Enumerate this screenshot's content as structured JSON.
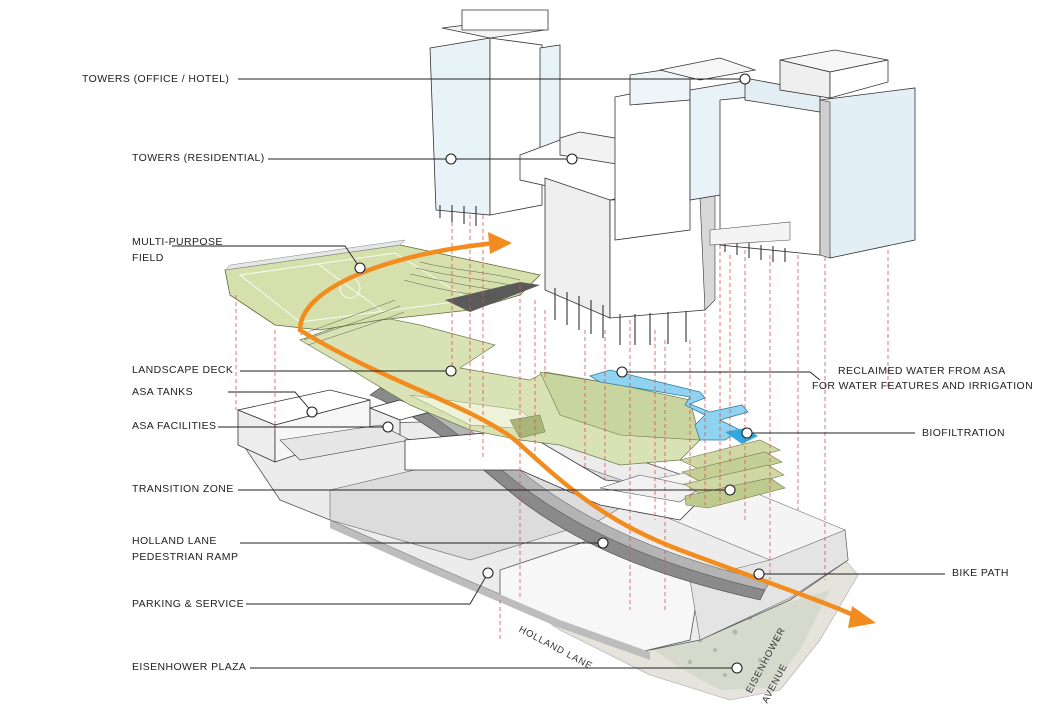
{
  "labels": {
    "towers_office_hotel": "TOWERS (OFFICE / HOTEL)",
    "towers_residential": "TOWERS (RESIDENTIAL)",
    "multi_purpose_field_1": "MULTI-PURPOSE",
    "multi_purpose_field_2": "FIELD",
    "landscape_deck": "LANDSCAPE DECK",
    "asa_tanks": "ASA TANKS",
    "asa_facilities": "ASA FACILITIES",
    "transition_zone": "TRANSITION ZONE",
    "holland_lane_ramp_1": "HOLLAND LANE",
    "holland_lane_ramp_2": "PEDESTRIAN RAMP",
    "parking_service": "PARKING & SERVICE",
    "eisenhower_plaza": "EISENHOWER PLAZA",
    "reclaimed_water_1": "RECLAIMED WATER FROM ASA",
    "reclaimed_water_2": "FOR WATER FEATURES AND IRRIGATION",
    "biofiltration": "BIOFILTRATION",
    "bike_path": "BIKE PATH"
  },
  "streets": {
    "holland_lane": "HOLLAND LANE",
    "eisenhower_1": "EISENHOWER",
    "eisenhower_2": "AVENUE"
  },
  "colors": {
    "arrow": "#f28c1e",
    "landscape": "#d9e2b5",
    "landscape_dark": "#c5d29a",
    "water": "#8fd3f0",
    "water_dark": "#2fa9e0",
    "glass": "#e8f3f7",
    "building": "#f2f2f2",
    "dash": "#d9534f",
    "line": "#333333"
  }
}
